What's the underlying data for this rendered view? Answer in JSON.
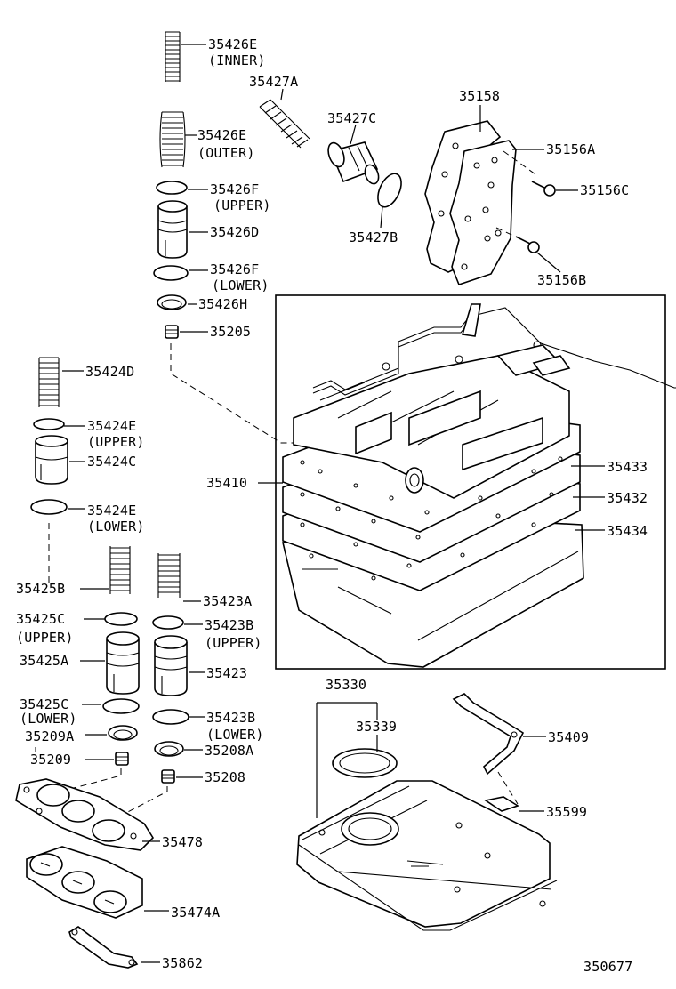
{
  "diagram_id": "350677",
  "labels": {
    "p35426E": "35426E",
    "p35426E_note": "(INNER)",
    "p35427A": "35427A",
    "p35427C": "35427C",
    "p35158": "35158",
    "p35156A": "35156A",
    "p35156C": "35156C",
    "p35156B": "35156B",
    "p35426E_outer": "35426E",
    "p35426E_outer_note": "(OUTER)",
    "p35426F_upper": "35426F",
    "p35426F_upper_note": "(UPPER)",
    "p35426D": "35426D",
    "p35427B": "35427B",
    "p35426F_lower": "35426F",
    "p35426F_lower_note": "(LOWER)",
    "p35426H": "35426H",
    "p35205": "35205",
    "p35424D": "35424D",
    "p35424E_upper": "35424E",
    "p35424E_upper_note": "(UPPER)",
    "p35424C": "35424C",
    "p35410": "35410",
    "p35433": "35433",
    "p35432": "35432",
    "p35434": "35434",
    "p35424E_lower": "35424E",
    "p35424E_lower_note": "(LOWER)",
    "p35425B": "35425B",
    "p35423A": "35423A",
    "p35425C_upper": "35425C",
    "p35425C_upper_note": "(UPPER)",
    "p35423B_upper": "35423B",
    "p35423B_upper_note": "(UPPER)",
    "p35425A": "35425A",
    "p35423": "35423",
    "p35330": "35330",
    "p35425C_lower": "35425C",
    "p35425C_lower_note": "(LOWER)",
    "p35423B_lower": "35423B",
    "p35423B_lower_note": "(LOWER)",
    "p35339": "35339",
    "p35209A": "35209A",
    "p35208A": "35208A",
    "p35409": "35409",
    "p35209": "35209",
    "p35208": "35208",
    "p35599": "35599",
    "p35478": "35478",
    "p35474A": "35474A",
    "p35862": "35862"
  }
}
